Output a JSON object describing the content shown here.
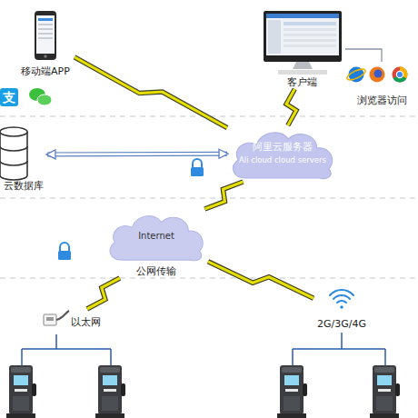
{
  "diagram": {
    "nodes": [
      {
        "text": [
          "移动端APP"
        ]
      },
      {
        "text": [
          "客户端"
        ]
      },
      {
        "text": [
          "浏览器访问"
        ]
      },
      {
        "text": [
          "云数据库"
        ]
      },
      {
        "text": [
          "阿里云服务器",
          "Ali cloud cloud servers"
        ]
      },
      {
        "text": [
          "Internet",
          "公网传输"
        ]
      },
      {
        "text": [
          "以太网"
        ]
      },
      {
        "text": [
          "2G/3G/4G"
        ]
      }
    ],
    "edges": [
      {
        "from": 0,
        "to": 4,
        "arrow": "none"
      },
      {
        "from": 1,
        "to": 2,
        "arrow": "none"
      },
      {
        "from": 1,
        "to": 4,
        "arrow": "none"
      },
      {
        "from": 3,
        "to": 4,
        "arrow": "both"
      },
      {
        "from": 4,
        "to": 5,
        "arrow": "none"
      },
      {
        "from": 5,
        "to": 6,
        "arrow": "none"
      },
      {
        "from": 5,
        "to": 7,
        "arrow": "none"
      }
    ],
    "labels": [
      "支"
    ]
  }
}
